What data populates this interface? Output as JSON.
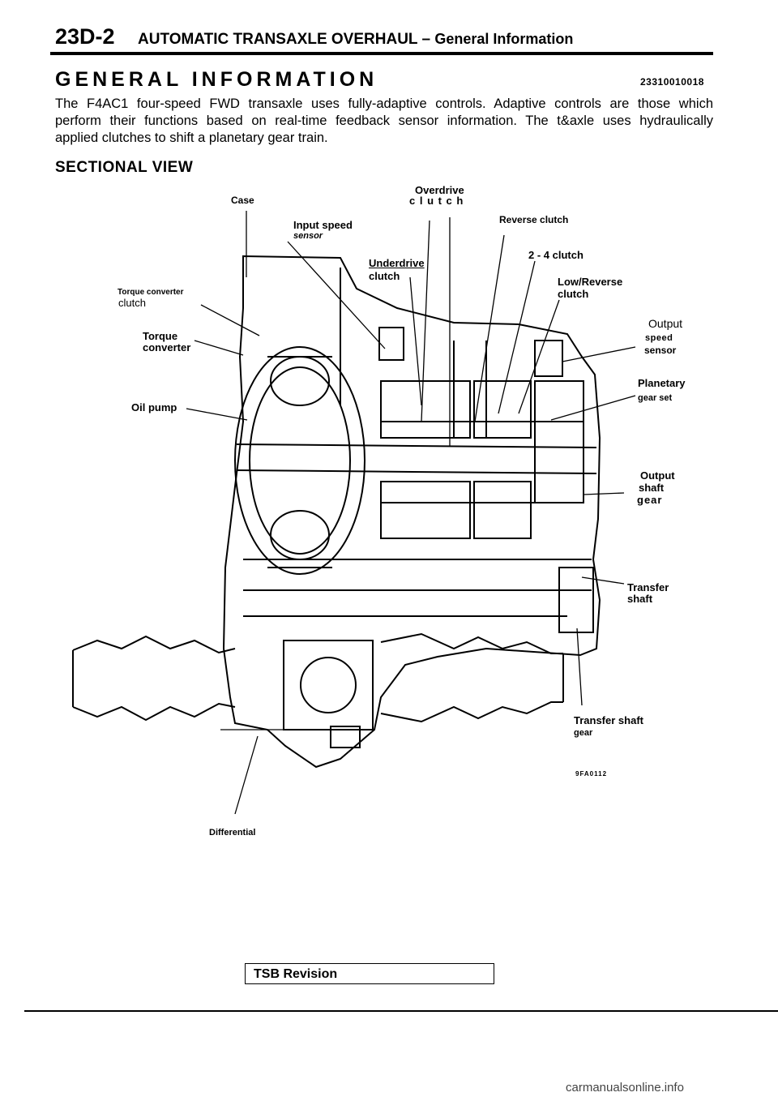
{
  "header": {
    "code": "23D-2",
    "title": "AUTOMATIC TRANSAXLE OVERHAUL – ",
    "subtitle": "General Information"
  },
  "section": {
    "title": "GENERAL INFORMATION",
    "ref_code": "23310010018"
  },
  "intro": {
    "line1": "The F4AC1 four-speed FWD transaxle uses fully-adaptive controls. Adaptive controls are those which",
    "line2": "perform their functions based on real-time feedback sensor information. The t&axle uses hydraulically",
    "line3": "applied clutches to shift a planetary gear train."
  },
  "view": {
    "title": "SECTIONAL VIEW",
    "figure_code": "9FA0112",
    "labels": {
      "case": "Case",
      "overdrive_1": "Overdrive",
      "overdrive_2": "c l u t c h",
      "input_speed_1": "Input speed",
      "input_speed_2": "sensor",
      "reverse_clutch": "Reverse clutch",
      "underdrive_1": "Underdrive",
      "underdrive_2": "clutch",
      "clutch_24": "2 - 4 clutch",
      "tcc_1": "Torque converter",
      "tcc_2": "clutch",
      "low_rev_1": "Low/Reverse",
      "low_rev_2": "clutch",
      "output_speed_1": "Output",
      "output_speed_2": "speed",
      "output_speed_3": "sensor",
      "torque_conv_1": "Torque",
      "torque_conv_2": "converter",
      "planetary_1": "Planetary",
      "planetary_2": "gear set",
      "oil_pump": "Oil pump",
      "output_shaft_1": "Output",
      "output_shaft_2": "shaft",
      "output_shaft_3": "gear",
      "transfer_shaft_1": "Transfer",
      "transfer_shaft_2": "shaft",
      "transfer_gear_1": "Transfer shaft",
      "transfer_gear_2": "gear",
      "differential": "Differential"
    }
  },
  "footer": {
    "tsb": "TSB Revision",
    "watermark": "carmanualsonline.info"
  }
}
